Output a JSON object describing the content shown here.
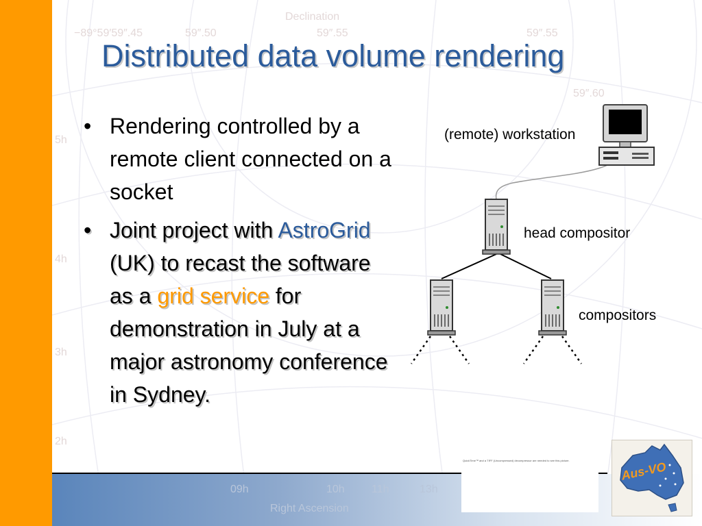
{
  "slide": {
    "title": "Distributed data volume rendering",
    "bullet_symbol": "•",
    "bullets": [
      {
        "text": "Rendering controlled by a remote client connected on a socket"
      },
      {
        "segments": [
          "Joint project with ",
          "AstroGrid",
          " (UK) to recast the software as a ",
          "grid service",
          " for demonstration in July at a major astronomy conference in Sydney."
        ]
      }
    ],
    "colors": {
      "accent_orange": "#ff9a00",
      "title_blue": "#2b5b9b",
      "link_blue": "#2b5b9b",
      "highlight_orange": "#ff9a00"
    }
  },
  "diagram": {
    "workstation_label": "(remote) workstation",
    "head_label": "head compositor",
    "compositors_label": "compositors",
    "icons": [
      "workstation-icon",
      "head-server-icon",
      "compositor-server-icon"
    ]
  },
  "background": {
    "top_title": "Declination",
    "top_ticks": [
      "−89°59′59″.45",
      "59″.50",
      "59″.55",
      "59″.55",
      "59″.60"
    ],
    "left_ticks": [
      "5h",
      "4h",
      "3h",
      "2h"
    ],
    "bottom_ticks": [
      "09h",
      "10h",
      "11h",
      "13h"
    ],
    "bottom_title": "Right Ascension"
  },
  "footer": {
    "quicktime_notice": "QuickTime™ and a TIFF (Uncompressed) decompressor are needed to see this picture.",
    "logo_text": "Aus-VO"
  }
}
